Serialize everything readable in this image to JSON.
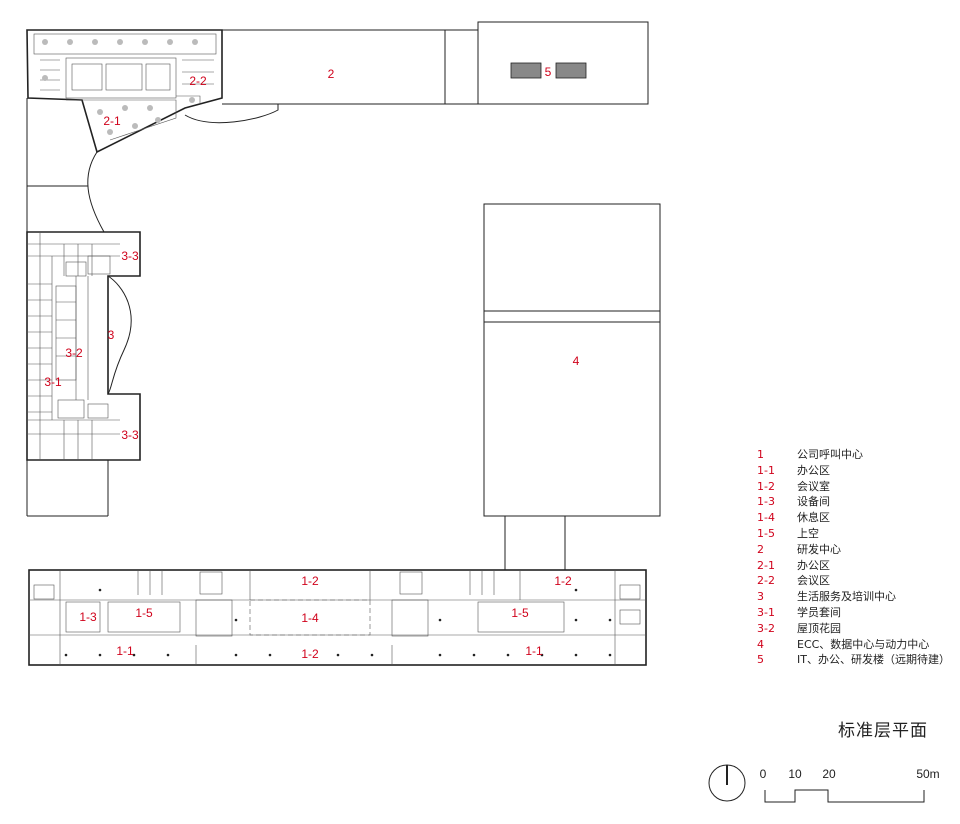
{
  "labels": {
    "zone_2": "2",
    "zone_5": "5",
    "zone_2_1": "2-1",
    "zone_2_2": "2-2",
    "zone_3": "3",
    "zone_3_1": "3-1",
    "zone_3_2": "3-2",
    "zone_3_3_top": "3-3",
    "zone_3_3_bottom": "3-3",
    "zone_4": "4",
    "zone_1_2_left": "1-2",
    "zone_1_2_right": "1-2",
    "zone_1_2_bottom": "1-2",
    "zone_1_3": "1-3",
    "zone_1_4": "1-4",
    "zone_1_5_left": "1-5",
    "zone_1_5_right": "1-5",
    "zone_1_1_left": "1-1",
    "zone_1_1_right": "1-1"
  },
  "legend": [
    {
      "num": "1",
      "name": "公司呼叫中心"
    },
    {
      "num": "1-1",
      "name": "办公区"
    },
    {
      "num": "1-2",
      "name": "会议室"
    },
    {
      "num": "1-3",
      "name": "设备间"
    },
    {
      "num": "1-4",
      "name": "休息区"
    },
    {
      "num": "1-5",
      "name": "上空"
    },
    {
      "num": "2",
      "name": "研发中心"
    },
    {
      "num": "2-1",
      "name": "办公区"
    },
    {
      "num": "2-2",
      "name": "会议区"
    },
    {
      "num": "3",
      "name": "生活服务及培训中心"
    },
    {
      "num": "3-1",
      "name": "学员套间"
    },
    {
      "num": "3-2",
      "name": "屋顶花园"
    },
    {
      "num": "4",
      "name": "ECC、数据中心与动力中心"
    },
    {
      "num": "5",
      "name": "IT、办公、研发楼（远期待建）"
    }
  ],
  "title": "标准层平面",
  "scale": {
    "ticks": [
      "0",
      "10",
      "20",
      "50m"
    ]
  },
  "colors": {
    "label_red": "#d0021b",
    "future_building_gray": "#e2e2e2",
    "line": "#222222"
  }
}
